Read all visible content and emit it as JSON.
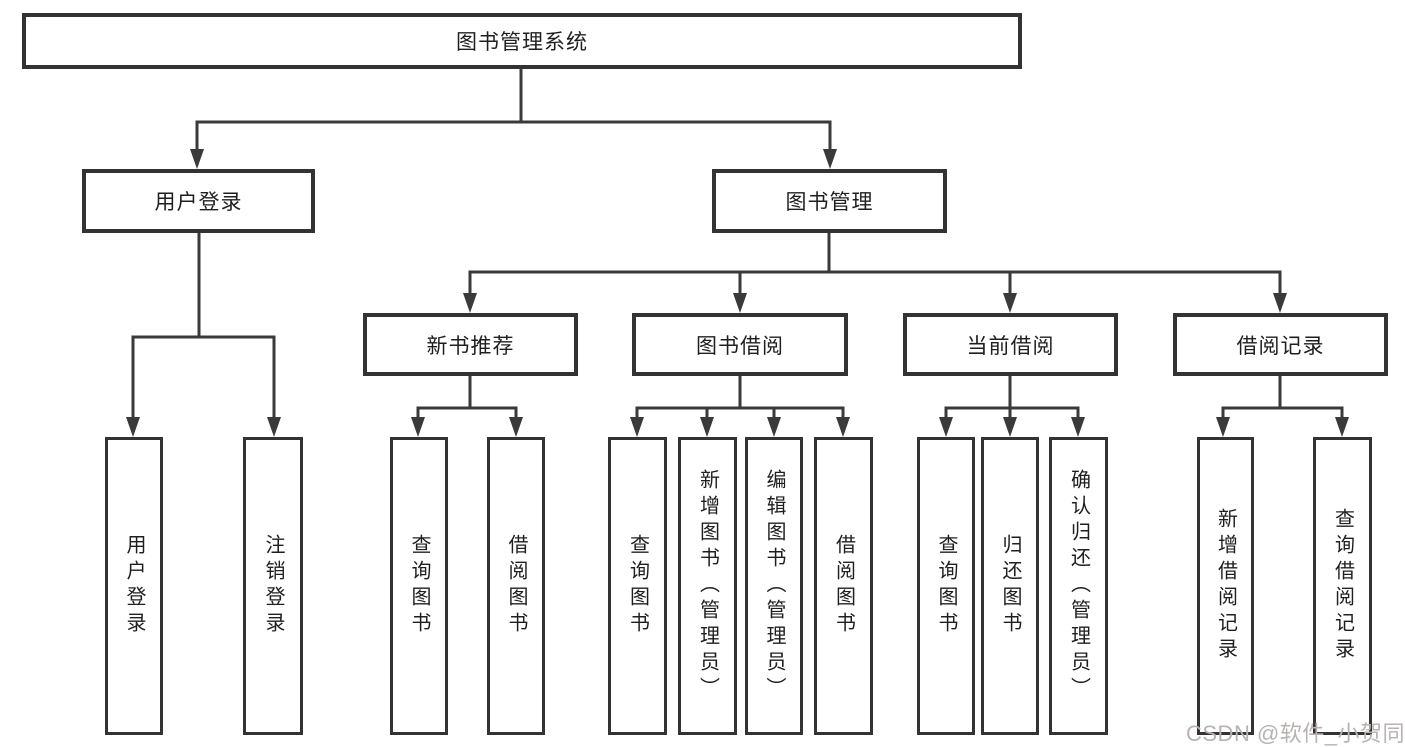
{
  "diagram": {
    "root": "图书管理系统",
    "level2": [
      "用户登录",
      "图书管理"
    ],
    "level3": [
      "新书推荐",
      "图书借阅",
      "当前借阅",
      "借阅记录"
    ],
    "leaves_user_login": [
      "用户登录",
      "注销登录"
    ],
    "leaves_new_book": [
      "查询图书",
      "借阅图书"
    ],
    "leaves_book_borrow": [
      "查询图书",
      "新增图书（管理员）",
      "编辑图书（管理员）",
      "借阅图书"
    ],
    "leaves_current_borrow": [
      "查询图书",
      "归还图书",
      "确认归还（管理员）"
    ],
    "leaves_records": [
      "新增借阅记录",
      "查询借阅记录"
    ]
  },
  "watermark": {
    "text": "CSDN @软件_小贺同学"
  },
  "colors": {
    "line": "#3a3a3a",
    "border": "#333333",
    "text": "#1f1f1f",
    "bg": "#ffffff",
    "watermark": "#b9b2b2"
  }
}
